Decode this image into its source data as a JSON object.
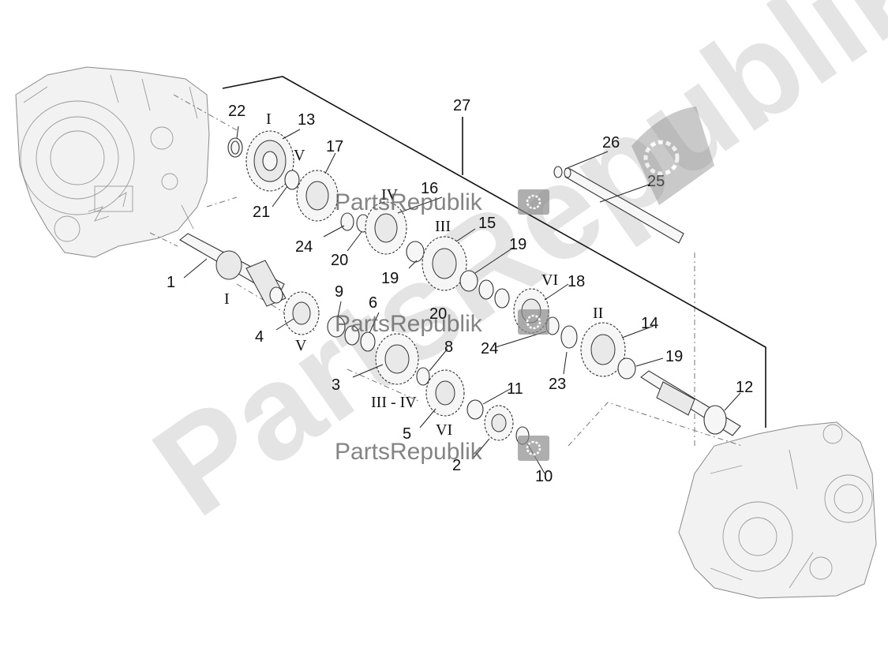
{
  "diagram": {
    "watermark": {
      "brand": "PartsRepublik",
      "big_brand": "PartsRepublik"
    },
    "callouts": {
      "n1": "1",
      "n2": "2",
      "n3": "3",
      "n4": "4",
      "n5": "5",
      "n6": "6",
      "n8": "8",
      "n9": "9",
      "n10": "10",
      "n11": "11",
      "n12": "12",
      "n13": "13",
      "n14": "14",
      "n15": "15",
      "n16": "16",
      "n17": "17",
      "n18": "18",
      "n19a": "19",
      "n19b": "19",
      "n19c": "19",
      "n20a": "20",
      "n20b": "20",
      "n21": "21",
      "n22": "22",
      "n23": "23",
      "n24a": "24",
      "n24b": "24",
      "n25": "25",
      "n26": "26",
      "n27": "27"
    },
    "gear_labels": {
      "g_I_top": "I",
      "g_V_top": "V",
      "g_IV": "IV",
      "g_III": "III",
      "g_VI_right": "VI",
      "g_I_shaft": "I",
      "g_V_bottom": "V",
      "g_III_IV": "III - IV",
      "g_VI_bottom": "VI",
      "g_II": "II"
    }
  }
}
